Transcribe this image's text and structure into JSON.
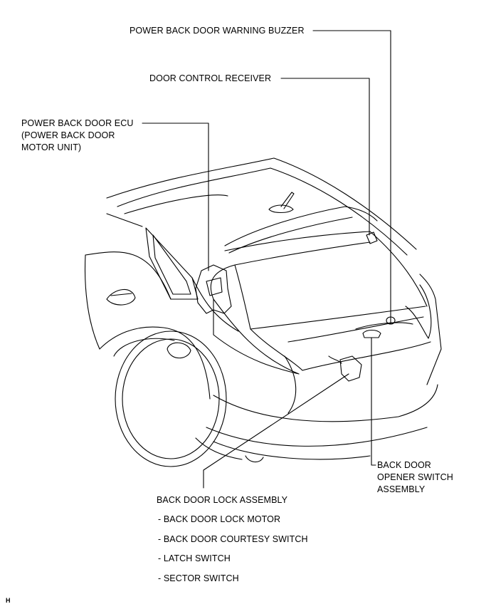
{
  "labels": {
    "warning_buzzer": "POWER BACK DOOR WARNING BUZZER",
    "door_control_receiver": "DOOR CONTROL RECEIVER",
    "ecu_line1": "POWER BACK DOOR ECU",
    "ecu_line2": "(POWER BACK DOOR",
    "ecu_line3": "MOTOR UNIT)",
    "opener_line1": "BACK DOOR",
    "opener_line2": "OPENER SWITCH",
    "opener_line3": "ASSEMBLY",
    "lock_assembly": "BACK DOOR LOCK ASSEMBLY",
    "lock_items": [
      "- BACK DOOR LOCK MOTOR",
      "- BACK DOOR COURTESY SWITCH",
      "- LATCH SWITCH",
      "- SECTOR SWITCH"
    ],
    "corner_code": "H"
  }
}
